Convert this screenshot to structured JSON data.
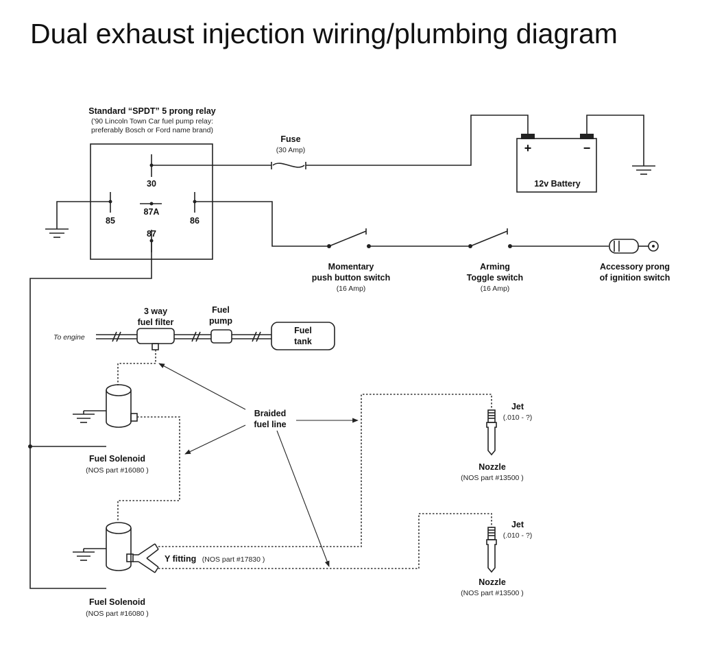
{
  "title": "Dual exhaust injection wiring/plumbing diagram",
  "relay": {
    "label": "Standard “SPDT” 5 prong relay",
    "note_1": "('90 Lincoln Town Car fuel pump relay:",
    "note_2": "preferably Bosch or Ford name brand)",
    "pin_30": "30",
    "pin_85": "85",
    "pin_87a": "87A",
    "pin_86": "86",
    "pin_87": "87"
  },
  "fuse": {
    "label": "Fuse",
    "rating": "(30 Amp)"
  },
  "battery": {
    "label": "12v Battery",
    "plus": "+",
    "minus": "−"
  },
  "momentary_switch": {
    "line1": "Momentary",
    "line2": "push button switch",
    "rating": "(16 Amp)"
  },
  "arming_switch": {
    "line1": "Arming",
    "line2": "Toggle switch",
    "rating": "(16 Amp)"
  },
  "ignition": {
    "line1": "Accessory prong",
    "line2": "of ignition switch"
  },
  "filter": {
    "line1": "3 way",
    "line2": "fuel filter"
  },
  "pump": {
    "line1": "Fuel",
    "line2": "pump"
  },
  "tank": {
    "line1": "Fuel",
    "line2": "tank"
  },
  "to_engine": "To engine",
  "braided": {
    "line1": "Braided",
    "line2": "fuel line"
  },
  "solenoid_1": {
    "label": "Fuel Solenoid",
    "part": "(NOS part #16080 )"
  },
  "solenoid_2": {
    "label": "Fuel Solenoid",
    "part": "(NOS part #16080 )"
  },
  "y_fitting": {
    "label": "Y fitting",
    "part": "(NOS part #17830 )"
  },
  "jet_1": {
    "label": "Jet",
    "size": "(.010 - ?)"
  },
  "nozzle_1": {
    "label": "Nozzle",
    "part": "(NOS part #13500 )"
  },
  "jet_2": {
    "label": "Jet",
    "size": "(.010 - ?)"
  },
  "nozzle_2": {
    "label": "Nozzle",
    "part": "(NOS part #13500 )"
  }
}
